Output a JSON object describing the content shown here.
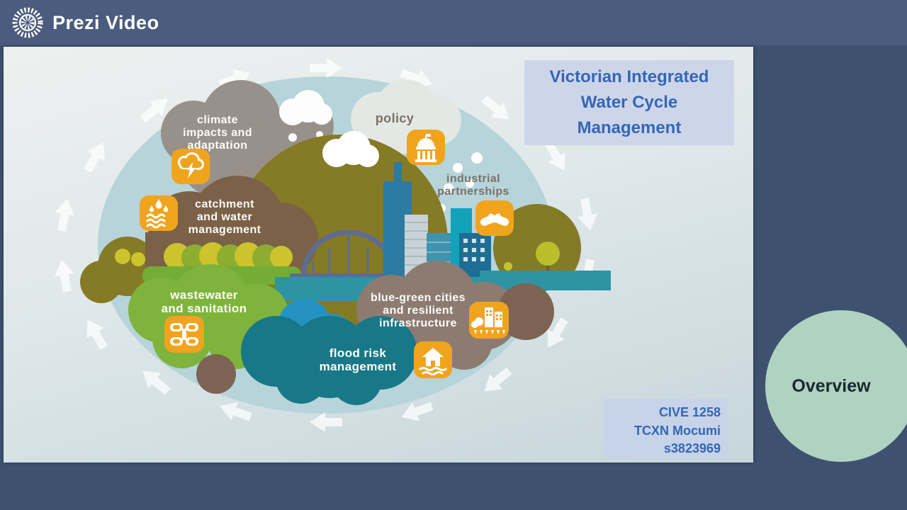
{
  "topbar": {
    "brand": "Prezi Video"
  },
  "slide": {
    "title": "Victorian Integrated\nWater Cycle\nManagement",
    "credits": {
      "line1": "CIVE 1258",
      "line2": "TCXN Mocumi",
      "line3": "s3823969"
    },
    "diagram": {
      "labels": {
        "climate": "climate\nimpacts and\nadaptation",
        "policy": "policy",
        "industrial": "industrial\npartnerships",
        "catchment": "catchment\nand water\nmanagement",
        "wastewater": "wastewater\nand sanitation",
        "bluegreen": "blue-green cities\nand resilient\ninfrastructure",
        "flood": "flood risk\nmanagement"
      },
      "icons": {
        "climate": "storm-cloud-lightning-icon",
        "catchment": "water-drops-waves-icon",
        "policy": "government-building-icon",
        "industrial": "handshake-icon",
        "wastewater": "pipes-icon",
        "bluegreen": "city-rain-icon",
        "flood": "flooded-house-icon"
      }
    }
  },
  "overview": {
    "label": "Overview"
  },
  "colors": {
    "background": "#3e5270",
    "topbar": "#4b5c7e",
    "accent_orange": "#f0a41e",
    "title_text": "#3566b6",
    "title_box": "#cdd6e9",
    "credits_box": "#c6d3e8",
    "overview_bubble": "#afd3c0",
    "diagram_oval": "#b6d4da"
  }
}
